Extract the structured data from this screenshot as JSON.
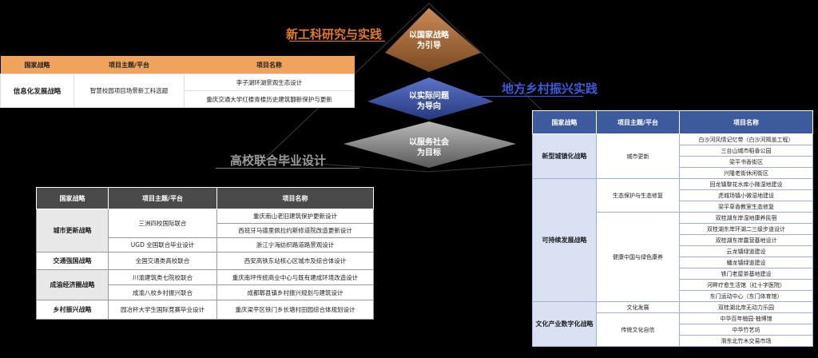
{
  "pyramid": {
    "top_label": "以国家战略\n为引导",
    "mid_label": "以实际问题\n为导向",
    "bottom_label": "以服务社会\n为目标"
  },
  "headings": {
    "new_engineering": "新工科研究与实践",
    "rural_revitalization": "地方乡村振兴实践",
    "university_graduation": "高校联合毕业设计"
  },
  "colors": {
    "orange": "#f0a35c",
    "heading_orange": "#e07b2a",
    "heading_blue": "#3d5ad8",
    "blue_header": "#3d5a9c",
    "grey_header": "#4a4a4a"
  },
  "orange_table": {
    "headers": [
      "国家战略",
      "项目主题/平台",
      "项目名称"
    ],
    "strategy": "信息化发展战略",
    "theme": "智慧校园项目场景新工科选题",
    "projects": [
      "李子湖环湖景观生态设计",
      "重庆交通大学红楼青楼历史建筑翻新保护与更新"
    ]
  },
  "grey_table": {
    "headers": [
      "国家战略",
      "项目主题/平台",
      "项目名称"
    ],
    "groups": [
      {
        "strategy": "城市更新战略",
        "rows": [
          {
            "theme": "三洲四校国际联合",
            "span": 2,
            "project": "重庆南山老旧建筑保护更新设计"
          },
          {
            "project": "西班牙马德里佩拉约斯修道院改造更新设计"
          },
          {
            "theme": "UGD 全国联合毕业设计",
            "project": "浙江宁海纺织路道路景观设计"
          }
        ]
      },
      {
        "strategy": "交通强国战略",
        "rows": [
          {
            "theme": "全国交通类高校联合",
            "project": "西安高铁东站核心区城市及综合体设计"
          }
        ]
      },
      {
        "strategy": "成渝经济圈战略",
        "rows": [
          {
            "theme": "川渝建筑类七院校联合",
            "project": "重庆南坪传统商业中心与既有建成环境改造设计"
          },
          {
            "theme": "成渝八校乡村振兴联合",
            "project": "成都郫县镇乡村振兴规划与建筑设计"
          }
        ]
      },
      {
        "strategy": "乡村振兴战略",
        "rows": [
          {
            "theme": "园冶杯大学生国际竞赛毕业设计",
            "project": "重庆梁平区铁门乡长塘村田园综合体规划设计"
          }
        ]
      }
    ]
  },
  "blue_table": {
    "headers": [
      "国家战略",
      "项目主题/平台",
      "项目名称"
    ],
    "groups": [
      {
        "strategy": "新型城镇化战略",
        "themes": [
          {
            "theme": "城市更新",
            "projects": [
              "白沙河风情记忆带（白沙河揭盖工程）",
              "三台山城市稻香公园",
              "梁平书香街区",
              "兴隆老街休闲街区"
            ]
          }
        ]
      },
      {
        "strategy": "可持续发展战略",
        "themes": [
          {
            "theme": "生态保护与生态修复",
            "projects": [
              "回龙镇黎花水库小微湿地建设",
              "虎城场镇小微湿地建设",
              "梁平草香教室生态修复"
            ]
          },
          {
            "theme": "健康中国与绿色康养",
            "projects": [
              "双桂湖东岸湿地康养民宿",
              "双桂湖东岸环湖二三级步道设计",
              "双桂湖东岸露营基地设计",
              "云龙镇绿道建设",
              "蟠龙镇绿道建设",
              "铁门老屋茶基地建设",
              "河畔疗愈生活馆（红十字医院）",
              "东门运动中心（东门体育馆）"
            ]
          }
        ]
      },
      {
        "strategy": "文化产业数字化战略",
        "themes": [
          {
            "theme": "文化发展",
            "projects": [
              "双桂湖北岸无动力乐园"
            ]
          },
          {
            "theme": "传统文化自信",
            "projects": [
              "中华百年柚园·柚博馆",
              "中华竹艺坊",
              "滑东北竹木交易市场"
            ]
          }
        ]
      }
    ]
  }
}
